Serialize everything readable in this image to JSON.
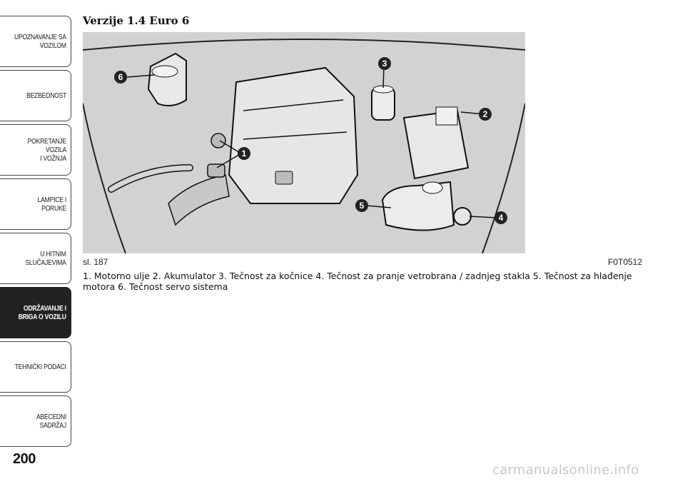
{
  "sidebar": {
    "tabs": [
      {
        "label": "UPOZNAVANJE SA\nVOZILOM",
        "active": false
      },
      {
        "label": "BEZBEDNOST",
        "active": false
      },
      {
        "label": "POKRETANJE VOZILA\nI VOŽNJA",
        "active": false
      },
      {
        "label": "LAMPICE I PORUKE",
        "active": false
      },
      {
        "label": "U HITNIM\nSLUČAJEVIMA",
        "active": false
      },
      {
        "label": "ODRŽAVANJE I\nBRIGA O VOZILU",
        "active": true
      },
      {
        "label": "TEHNIČKI PODACI",
        "active": false
      },
      {
        "label": "ABECEDNI SADRŽAJ",
        "active": false
      }
    ]
  },
  "page_number": "200",
  "section_title": "Verzije 1.4 Euro 6",
  "figure": {
    "label_left": "sl. 187",
    "label_right": "F0T0512",
    "callouts": [
      "1",
      "2",
      "3",
      "4",
      "5",
      "6"
    ]
  },
  "caption": "1. Motorno ulje 2. Akumulator 3. Tečnost za kočnice 4. Tečnost za pranje vetrobrana / zadnjeg stakla 5. Tečnost za hlađenje motora 6. Tečnost servo sistema",
  "watermark": "carmanualsonline.info",
  "colors": {
    "accent_tab": "#222222",
    "figure_bg": "#d4d4d4"
  }
}
